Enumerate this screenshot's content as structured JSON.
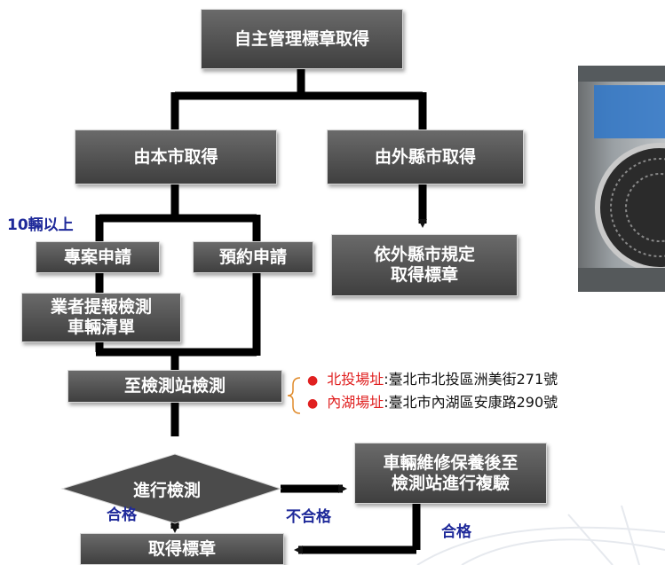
{
  "nodes": {
    "top": "自主管理標章取得",
    "local": "由本市取得",
    "other_county": "由外縣市取得",
    "project_apply": "專案申請",
    "reserve_apply": "預約申請",
    "other_rules": "依外縣市規定\n取得標章",
    "submit_list": "業者提報檢測\n車輛清單",
    "go_station": "至檢測站檢測",
    "inspect": "進行檢測",
    "repair": "車輛維修保養後至\n檢測站進行複驗",
    "obtain": "取得標章"
  },
  "labels": {
    "ten_plus": "10輛以上",
    "pass_left": "合格",
    "fail": "不合格",
    "pass_right": "合格"
  },
  "locations": [
    {
      "name": "北投場址",
      "address": "臺北市北投區洲美街271號"
    },
    {
      "name": "內湖場址",
      "address": "臺北市內湖區安康路290號"
    }
  ]
}
